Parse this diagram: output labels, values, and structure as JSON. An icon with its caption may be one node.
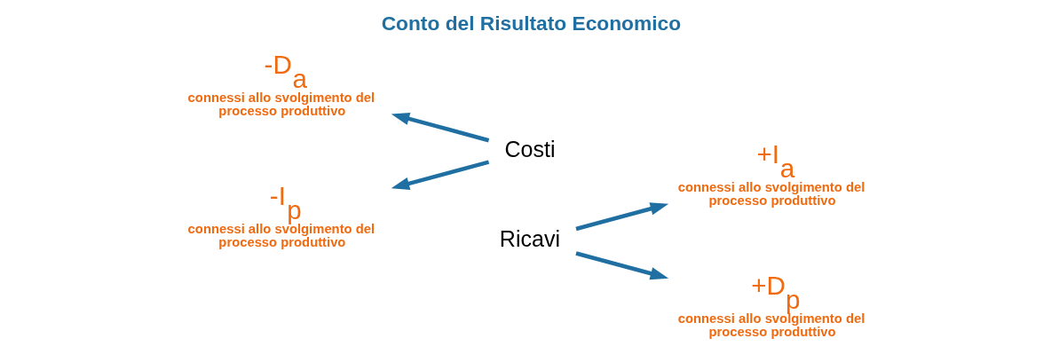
{
  "diagram": {
    "title": "Conto del Risultato Economico",
    "nodes": [
      {
        "text": [
          "-D$_{a}$",
          "connessi allo svolgimento del processo produttivo"
        ]
      },
      {
        "text": [
          "+I$_{a}$",
          "connessi allo svolgimento del processo produttivo"
        ]
      },
      {
        "text": [
          "Costi"
        ]
      },
      {
        "text": [
          "Ricavi"
        ]
      },
      {
        "text": [
          "-I$_{p}$",
          "connessi allo svolgimento del processo produttivo"
        ]
      },
      {
        "text": [
          "+D$_{p}$",
          "connessi allo svolgimento del processo produttivo"
        ]
      }
    ],
    "edges": [
      {
        "from": 2,
        "to": 0,
        "arrow": "to"
      },
      {
        "from": 2,
        "to": 4,
        "arrow": "to"
      },
      {
        "from": 3,
        "to": 1,
        "arrow": "to"
      },
      {
        "from": 3,
        "to": 5,
        "arrow": "to"
      }
    ]
  }
}
